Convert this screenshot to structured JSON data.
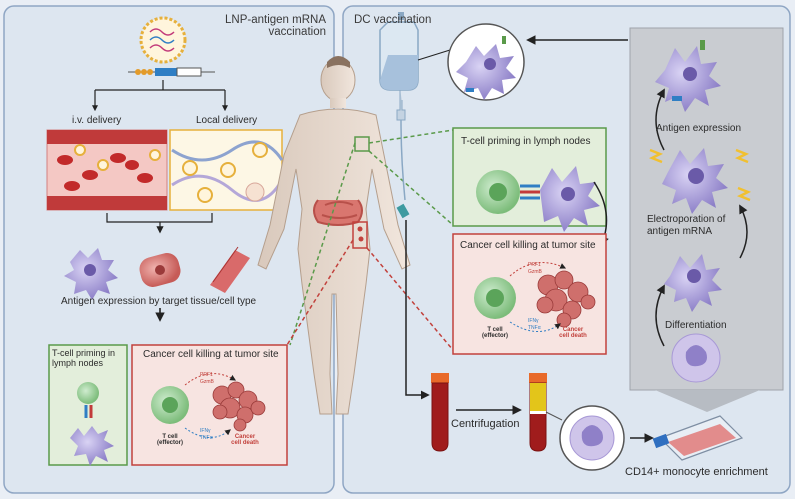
{
  "left_panel": {
    "title_line1": "LNP-antigen mRNA",
    "title_line2": "vaccination",
    "iv_delivery": "i.v. delivery",
    "local_delivery": "Local delivery",
    "antigen_expression": "Antigen expression by target tissue/cell type",
    "priming_line1": "T-cell priming in",
    "priming_line2": "lymph nodes",
    "killing": "Cancer cell killing at tumor site",
    "tcell_line1": "T cell",
    "tcell_line2": "(effector)",
    "cancer_line1": "Cancer",
    "cancer_line2": "cell death",
    "mol_ifn": "IFNγ",
    "mol_tnf": "TNFα",
    "mol_prf": "PRF1",
    "mol_gzmb": "GzmB"
  },
  "right_panel": {
    "title": "DC vaccination",
    "priming": "T-cell priming in lymph nodes",
    "killing": "Cancer cell killing at tumor site",
    "tcell_line1": "T cell",
    "tcell_line2": "(effector)",
    "cancer_line1": "Cancer",
    "cancer_line2": "cell death",
    "antigen_expression": "Antigen expression",
    "electroporation_line1": "Electroporation of",
    "electroporation_line2": "antigen mRNA",
    "differentiation": "Differentiation",
    "centrifugation": "Centrifugation",
    "enrichment": "CD14+ monocyte enrichment",
    "mol_ifn": "IFNγ",
    "mol_tnf": "TNFα",
    "mol_prf": "PRF1",
    "mol_gzmb": "GzmB"
  },
  "colors": {
    "panel_bg": "#dde6f0",
    "panel_border": "#8fa6c4",
    "green_box_bg": "#e3eedb",
    "green_box_border": "#5a9a4a",
    "red_box_bg": "#f7e4e1",
    "red_box_border": "#c2413c",
    "dc_purple": "#9b8fd0",
    "tcell_green": "#8fcb8e",
    "cancer_red": "#cf6f6c",
    "blood_red": "#a01c1c"
  }
}
